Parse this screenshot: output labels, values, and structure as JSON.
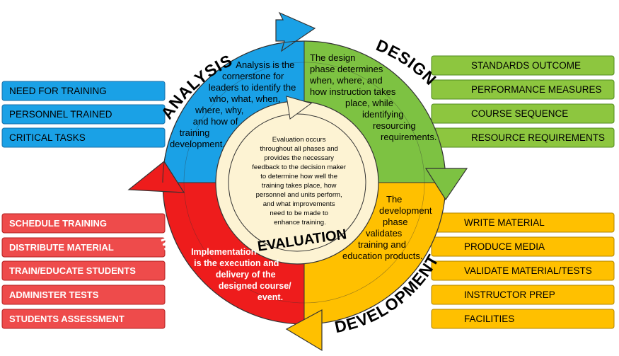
{
  "colors": {
    "analysis": "#1aa1e6",
    "design": "#7dc242",
    "development": "#ffc000",
    "implementation": "#ee2a2a",
    "center": "#fdf3d3"
  },
  "analysis": {
    "title": "ANALYSIS",
    "lines": [
      "Analysis is the",
      "cornerstone for",
      "leaders to identify the",
      "who, what, when,",
      "where, why,",
      "and how of",
      "training",
      "development."
    ],
    "items": [
      "NEED FOR TRAINING",
      "PERSONNEL TRAINED",
      "CRITICAL TASKS"
    ]
  },
  "design": {
    "title": "DESIGN",
    "lines": [
      "The design",
      "phase determines",
      "when, where, and",
      "how instruction takes",
      "place, while",
      "identifying",
      "resourcing",
      "requirements."
    ],
    "items": [
      "STANDARDS OUTCOME",
      "PERFORMANCE MEASURES",
      "COURSE SEQUENCE",
      "RESOURCE REQUIREMENTS"
    ]
  },
  "development": {
    "title": "DEVELOPMENT",
    "lines": [
      "The",
      "development",
      "phase",
      "validates",
      "training and",
      "education products."
    ],
    "items": [
      "WRITE MATERIAL",
      "PRODUCE MEDIA",
      "VALIDATE MATERIAL/TESTS",
      "INSTRUCTOR PREP",
      "FACILITIES"
    ]
  },
  "implementation": {
    "title": "IMPLEMENTATION",
    "lines": [
      "Implementation",
      "is the execution and",
      "delivery of the",
      "designed course/",
      "event."
    ],
    "items": [
      "SCHEDULE TRAINING",
      "DISTRIBUTE MATERIAL",
      "TRAIN/EDUCATE STUDENTS",
      "ADMINISTER TESTS",
      "STUDENTS ASSESSMENT"
    ]
  },
  "evaluation": {
    "title": "EVALUATION",
    "lines": [
      "Evaluation occurs",
      "throughout all phases and",
      "provides the necessary",
      "feedback to the decision maker",
      "to determine how well the",
      "training takes place, how",
      "personnel and units perform,",
      "and what improvements",
      "need to be made to",
      "enhance training."
    ]
  }
}
